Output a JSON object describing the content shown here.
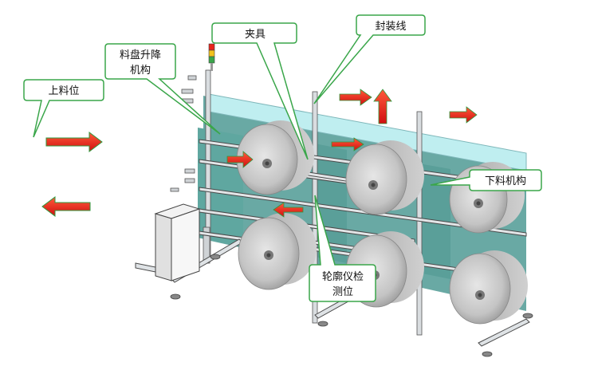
{
  "callouts": {
    "loading_position": "上料位",
    "tray_lift_line1": "料盘升降",
    "tray_lift_line2": "机构",
    "fixture": "夹具",
    "sealing_line": "封装线",
    "unloading_mechanism": "下料机构",
    "contour_inspection_line1": "轮廓仪检",
    "contour_inspection_line2": "测位"
  },
  "colors": {
    "callout_border": "#3aa64a",
    "callout_fill": "#ffffff",
    "arrow_red": "#e8231b",
    "arrow_green_edge": "#2e9a3e",
    "frame_teal": "#5fa7a0",
    "conveyor_cyan": "#bfeef0",
    "roll_gray": "#c9c9c9",
    "frame_steel": "#d9dde0"
  },
  "icons": {
    "flow_arrow": "red-arrow-icon",
    "signal_tower": "signal-light-icon"
  }
}
